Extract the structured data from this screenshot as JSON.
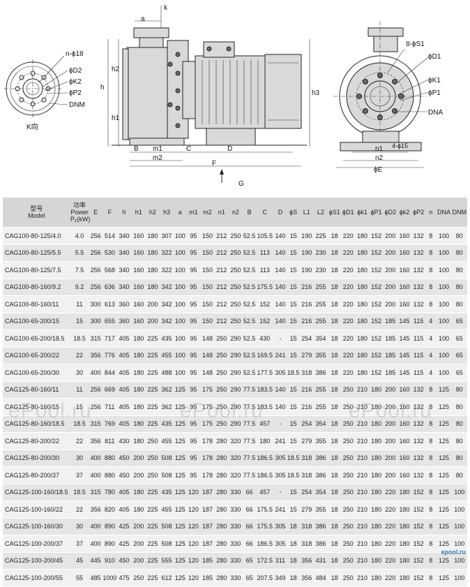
{
  "drawing": {
    "k_view_label": "K向",
    "labels": {
      "n_phi18": "n-ϕ18",
      "phiD2": "ϕD2",
      "phiK2": "ϕK2",
      "phiP2": "ϕP2",
      "DNM": "DNM",
      "a": "a",
      "k": "k",
      "h": "h",
      "h1": "h1",
      "h2": "h2",
      "h3": "h3",
      "B": "B",
      "m1": "m1",
      "m2": "m2",
      "C": "C",
      "D": "D",
      "F": "F",
      "G": "G",
      "S1": "8-ϕS1",
      "D1": "ϕD1",
      "K1": "ϕK1",
      "P1": "ϕP1",
      "DNA": "DNA",
      "n1": "n1",
      "n2": "n2",
      "phiE": "ϕE",
      "holes": "4-ϕ15"
    }
  },
  "table": {
    "headers": [
      {
        "line1": "型号",
        "line2": "Model"
      },
      {
        "line1": "功率",
        "line2": "Power",
        "line3": "P₂(kW)"
      },
      {
        "line1": "E"
      },
      {
        "line1": "F"
      },
      {
        "line1": "h"
      },
      {
        "line1": "h1"
      },
      {
        "line1": "h2"
      },
      {
        "line1": "h3"
      },
      {
        "line1": "a"
      },
      {
        "line1": "m1"
      },
      {
        "line1": "m2"
      },
      {
        "line1": "n1"
      },
      {
        "line1": "n2"
      },
      {
        "line1": "B"
      },
      {
        "line1": "C"
      },
      {
        "line1": "D"
      },
      {
        "line1": "ϕS"
      },
      {
        "line1": "L1"
      },
      {
        "line1": "L2"
      },
      {
        "line1": "ϕS1"
      },
      {
        "line1": "ϕD1"
      },
      {
        "line1": "ϕk1"
      },
      {
        "line1": "ϕP1"
      },
      {
        "line1": "ϕD2"
      },
      {
        "line1": "ϕk2"
      },
      {
        "line1": "ϕP2"
      },
      {
        "line1": "n"
      },
      {
        "line1": "DNA"
      },
      {
        "line1": "DNM"
      }
    ],
    "rows": [
      [
        "CAG100-80-125/4.0",
        "4.0",
        "256",
        "514",
        "340",
        "160",
        "180",
        "307",
        "100",
        "95",
        "150",
        "212",
        "250",
        "52.5",
        "105.5",
        "140",
        "15",
        "190",
        "225",
        "18",
        "220",
        "180",
        "152",
        "200",
        "160",
        "132",
        "8",
        "100",
        "80"
      ],
      [
        "CAG100-80-125/5.5",
        "5.5",
        "256",
        "530",
        "340",
        "160",
        "180",
        "322",
        "100",
        "95",
        "150",
        "212",
        "250",
        "52.5",
        "113",
        "140",
        "15",
        "190",
        "230",
        "18",
        "220",
        "180",
        "152",
        "200",
        "160",
        "132",
        "8",
        "100",
        "80"
      ],
      [
        "CAG100-80-125/7.5",
        "7.5",
        "256",
        "568",
        "340",
        "160",
        "180",
        "322",
        "100",
        "95",
        "150",
        "212",
        "250",
        "52.5",
        "113",
        "140",
        "15",
        "190",
        "230",
        "18",
        "220",
        "180",
        "152",
        "200",
        "160",
        "132",
        "8",
        "100",
        "80"
      ],
      [
        "CAG100-80-160/9.2",
        "9.2",
        "256",
        "636",
        "340",
        "160",
        "180",
        "342",
        "100",
        "95",
        "150",
        "212",
        "250",
        "52.5",
        "175.5",
        "140",
        "15",
        "216",
        "255",
        "18",
        "220",
        "180",
        "152",
        "200",
        "160",
        "132",
        "8",
        "100",
        "80"
      ],
      [
        "CAG100-80-160/11",
        "11",
        "300",
        "613",
        "360",
        "160",
        "200",
        "342",
        "100",
        "95",
        "150",
        "212",
        "250",
        "52.5",
        "152",
        "140",
        "15",
        "216",
        "255",
        "18",
        "220",
        "180",
        "152",
        "200",
        "160",
        "132",
        "8",
        "100",
        "80"
      ],
      [
        "CAG100-65-200/15",
        "15",
        "300",
        "655",
        "360",
        "160",
        "200",
        "342",
        "100",
        "95",
        "150",
        "212",
        "250",
        "52.5",
        "152",
        "140",
        "15",
        "216",
        "255",
        "18",
        "220",
        "180",
        "152",
        "185",
        "145",
        "115",
        "4",
        "100",
        "65"
      ],
      [
        "CAG100-65-200/18.5",
        "18.5",
        "315",
        "717",
        "405",
        "180",
        "225",
        "435",
        "100",
        "95",
        "148",
        "250",
        "290",
        "52.5",
        "430",
        "-",
        "15",
        "254",
        "354",
        "18",
        "220",
        "180",
        "152",
        "185",
        "145",
        "115",
        "4",
        "100",
        "65"
      ],
      [
        "CAG100-65-200/22",
        "22",
        "356",
        "776",
        "405",
        "180",
        "225",
        "455",
        "100",
        "95",
        "148",
        "250",
        "290",
        "52.5",
        "169.5",
        "241",
        "15",
        "279",
        "355",
        "18",
        "220",
        "180",
        "152",
        "185",
        "145",
        "115",
        "4",
        "100",
        "65"
      ],
      [
        "CAG100-65-200/30",
        "30",
        "400",
        "844",
        "405",
        "180",
        "225",
        "488",
        "100",
        "95",
        "148",
        "250",
        "290",
        "52.5",
        "177.5",
        "305",
        "18.5",
        "318",
        "386",
        "18",
        "220",
        "180",
        "152",
        "185",
        "145",
        "115",
        "4",
        "100",
        "65"
      ],
      [
        "CAG125-80-160/11",
        "11",
        "256",
        "669",
        "405",
        "180",
        "225",
        "362",
        "125",
        "95",
        "175",
        "250",
        "290",
        "77.5",
        "183.5",
        "140",
        "15",
        "216",
        "255",
        "18",
        "250",
        "210",
        "180",
        "200",
        "160",
        "132",
        "8",
        "125",
        "80"
      ],
      [
        "CAG125-80-160/15",
        "15",
        "256",
        "711",
        "405",
        "180",
        "225",
        "362",
        "125",
        "95",
        "175",
        "250",
        "290",
        "77.5",
        "183.5",
        "140",
        "15",
        "216",
        "255",
        "18",
        "250",
        "210",
        "180",
        "200",
        "160",
        "132",
        "8",
        "125",
        "80"
      ],
      [
        "CAG125-80-160/18.5",
        "18.5",
        "315",
        "769",
        "405",
        "180",
        "225",
        "435",
        "125",
        "95",
        "175",
        "250",
        "290",
        "77.5",
        "457",
        "-",
        "15",
        "254",
        "354",
        "18",
        "250",
        "210",
        "180",
        "200",
        "160",
        "132",
        "8",
        "125",
        "80"
      ],
      [
        "CAG125-80-200/22",
        "22",
        "356",
        "811",
        "430",
        "180",
        "250",
        "455",
        "125",
        "95",
        "178",
        "280",
        "320",
        "77.5",
        "180",
        "241",
        "15",
        "279",
        "355",
        "18",
        "250",
        "210",
        "180",
        "200",
        "160",
        "132",
        "8",
        "125",
        "80"
      ],
      [
        "CAG125-80-200/30",
        "30",
        "400",
        "880",
        "450",
        "200",
        "250",
        "508",
        "125",
        "95",
        "178",
        "280",
        "320",
        "77.5",
        "186.5",
        "305",
        "18.5",
        "318",
        "386",
        "18",
        "250",
        "210",
        "180",
        "200",
        "160",
        "132",
        "8",
        "125",
        "80"
      ],
      [
        "CAG125-80-200/37",
        "37",
        "400",
        "880",
        "450",
        "200",
        "250",
        "508",
        "125",
        "95",
        "178",
        "280",
        "320",
        "77.5",
        "186.5",
        "305",
        "18.5",
        "318",
        "386",
        "18",
        "250",
        "210",
        "180",
        "200",
        "160",
        "132",
        "8",
        "125",
        "80"
      ],
      [
        "CAG125-100-160/18.5",
        "18.5",
        "315",
        "780",
        "405",
        "180",
        "225",
        "435",
        "125",
        "120",
        "187",
        "280",
        "330",
        "66",
        "457",
        "-",
        "15",
        "254",
        "354",
        "18",
        "250",
        "210",
        "180",
        "220",
        "180",
        "152",
        "8",
        "125",
        "100"
      ],
      [
        "CAG125-100-160/22",
        "22",
        "356",
        "820",
        "405",
        "180",
        "225",
        "455",
        "125",
        "120",
        "187",
        "280",
        "330",
        "66",
        "175.5",
        "241",
        "15",
        "279",
        "355",
        "18",
        "250",
        "210",
        "180",
        "220",
        "180",
        "152",
        "8",
        "125",
        "100"
      ],
      [
        "CAG125-100-160/30",
        "30",
        "400",
        "890",
        "425",
        "200",
        "225",
        "508",
        "125",
        "120",
        "187",
        "280",
        "330",
        "66",
        "175.5",
        "305",
        "18",
        "318",
        "386",
        "18",
        "250",
        "210",
        "180",
        "220",
        "180",
        "152",
        "8",
        "125",
        "100"
      ],
      [
        "CAG125-100-200/37",
        "37",
        "400",
        "890",
        "425",
        "200",
        "225",
        "508",
        "125",
        "120",
        "187",
        "280",
        "330",
        "66",
        "186.5",
        "305",
        "18",
        "318",
        "386",
        "18",
        "250",
        "210",
        "180",
        "220",
        "180",
        "152",
        "8",
        "125",
        "100"
      ],
      [
        "CAG125-100-200/45",
        "45",
        "445",
        "910",
        "450",
        "200",
        "225",
        "555",
        "125",
        "120",
        "185",
        "280",
        "330",
        "65",
        "172.5",
        "311",
        "18",
        "356",
        "431",
        "18",
        "250",
        "210",
        "180",
        "220",
        "180",
        "152",
        "8",
        "125",
        "100"
      ],
      [
        "CAG125-100-200/55",
        "55",
        "485",
        "1000",
        "475",
        "250",
        "225",
        "612",
        "125",
        "120",
        "185",
        "280",
        "330",
        "65",
        "207.5",
        "349",
        "18",
        "356",
        "484",
        "18",
        "250",
        "210",
        "180",
        "220",
        "180",
        "152",
        "8",
        "125",
        "100"
      ]
    ]
  },
  "watermarks": [
    "ePool.ru",
    "ePool.ru",
    "ePool.ru"
  ],
  "corner_logo": "epool.ru"
}
